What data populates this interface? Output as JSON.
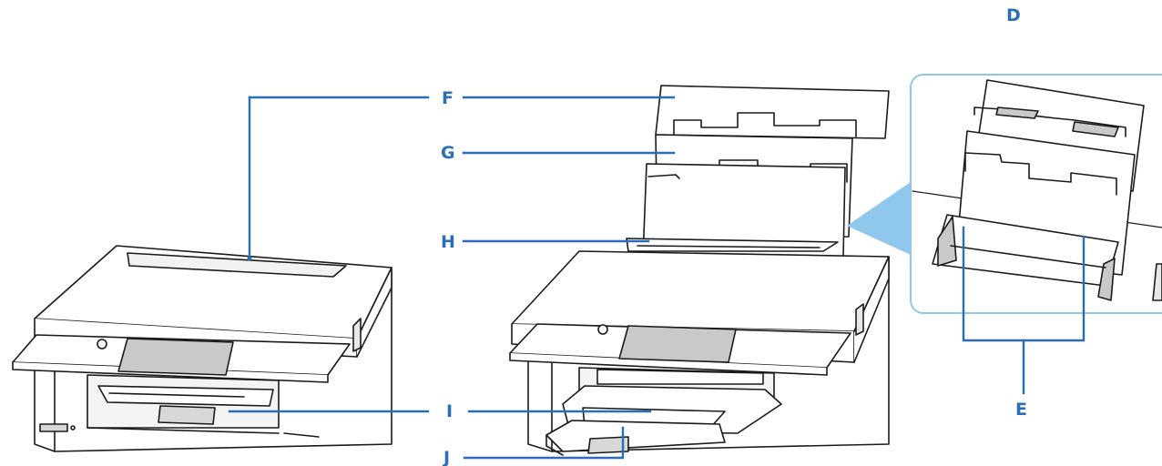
{
  "labels": {
    "f": "F",
    "g": "G",
    "h": "H",
    "i": "I",
    "j": "J",
    "d": "D",
    "e": "E"
  },
  "colors": {
    "leader": "#2a6fb5",
    "callout": "#8fc8ec",
    "outline": "#1a1a1a",
    "panel": "#c9c9c9",
    "body": "#ffffff"
  },
  "icons": {
    "printer_closed": "printer-closed-illustration",
    "printer_open": "printer-open-illustration",
    "detail": "paper-guides-detail-illustration"
  }
}
